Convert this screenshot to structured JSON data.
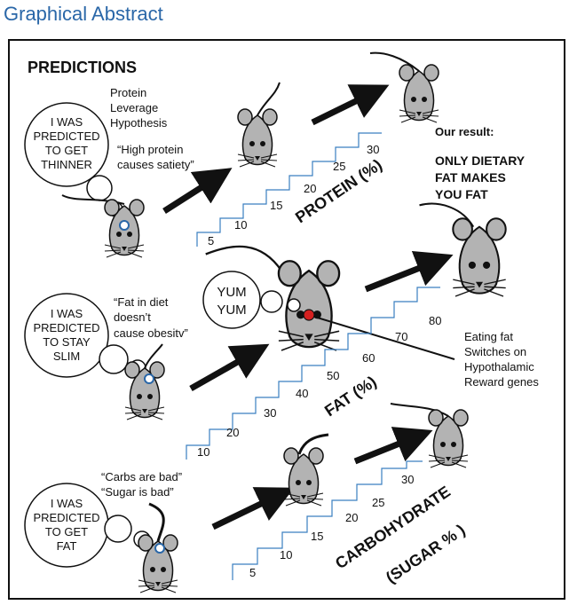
{
  "header": {
    "title": "Graphical Abstract"
  },
  "figure": {
    "predictions_title": "PREDICTIONS",
    "protein": {
      "bubble": [
        "I WAS",
        "PREDICTED",
        "TO GET",
        "THINNER"
      ],
      "hypothesis": [
        "Protein",
        "Leverage",
        "Hypothesis"
      ],
      "quote": [
        "“High protein",
        "causes satiety”"
      ],
      "steps": [
        "5",
        "10",
        "15",
        "20",
        "25",
        "30"
      ],
      "axis_label": "PROTEIN (%)"
    },
    "fat": {
      "bubble": [
        "I WAS",
        "PREDICTED",
        "TO STAY",
        "SLIM"
      ],
      "quote": [
        "“Fat in diet",
        "doesn’t",
        "cause obesitv”"
      ],
      "yum": [
        "YUM",
        "YUM"
      ],
      "steps": [
        "10",
        "20",
        "30",
        "40",
        "50",
        "60",
        "70",
        "80"
      ],
      "axis_label": "FAT (%)"
    },
    "carb": {
      "bubble": [
        "I WAS",
        "PREDICTED",
        "TO GET",
        "FAT"
      ],
      "quote": [
        "“Carbs are bad”",
        "“Sugar is bad”"
      ],
      "steps": [
        "5",
        "10",
        "15",
        "20",
        "25",
        "30"
      ],
      "axis_label_1": "CARBOHYDRATE",
      "axis_label_2": "(SUGAR % )"
    },
    "result": {
      "heading": "Our result:",
      "lines": [
        "ONLY DIETARY",
        "FAT MAKES",
        "YOU FAT"
      ]
    },
    "reward_note": [
      "Eating fat",
      "Switches on",
      "Hypothalamic",
      "Reward genes"
    ]
  }
}
